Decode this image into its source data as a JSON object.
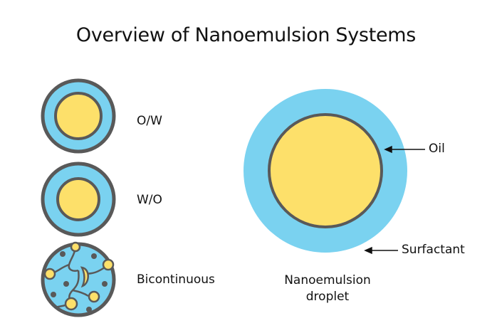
{
  "title": "Overview of Nanoemulsion Systems",
  "types": [
    {
      "label": "O/W"
    },
    {
      "label": "W/O"
    },
    {
      "label": "Bicontinuous"
    }
  ],
  "droplet": {
    "caption_line1": "Nanoemulsion",
    "caption_line2": "droplet",
    "callouts": {
      "core": "Oil",
      "shell": "Surfactant"
    }
  },
  "colors": {
    "water": "#7ad2f0",
    "oil": "#fde06a",
    "outline": "#595959",
    "text": "#111111"
  }
}
